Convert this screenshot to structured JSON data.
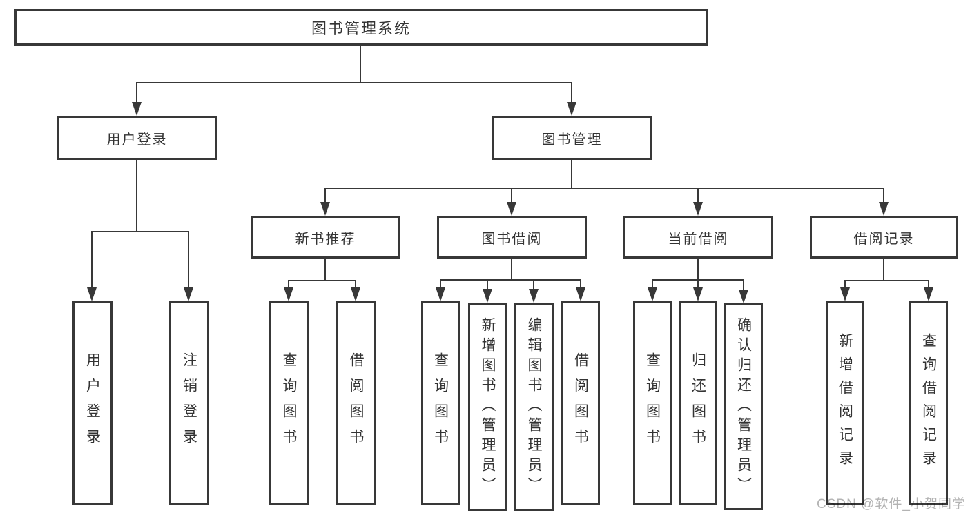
{
  "diagram": {
    "root": {
      "label": "图书管理系统"
    },
    "children": [
      {
        "label": "用户登录",
        "children": [
          {
            "label": "用户登录"
          },
          {
            "label": "注销登录"
          }
        ]
      },
      {
        "label": "图书管理",
        "children": [
          {
            "label": "新书推荐",
            "children": [
              {
                "label": "查询图书"
              },
              {
                "label": "借阅图书"
              }
            ]
          },
          {
            "label": "图书借阅",
            "children": [
              {
                "label": "查询图书"
              },
              {
                "label": "新增图书（管理员）"
              },
              {
                "label": "编辑图书（管理员）"
              },
              {
                "label": "借阅图书"
              }
            ]
          },
          {
            "label": "当前借阅",
            "children": [
              {
                "label": "查询图书"
              },
              {
                "label": "归还图书"
              },
              {
                "label": "确认归还（管理员）"
              }
            ]
          },
          {
            "label": "借阅记录",
            "children": [
              {
                "label": "新增借阅记录"
              },
              {
                "label": "查询借阅记录"
              }
            ]
          }
        ]
      }
    ]
  },
  "watermark": {
    "text": "CSDN @软件_小贺同学"
  },
  "colors": {
    "line": "#383838",
    "border": "#383838",
    "text": "#333333",
    "watermark": "#b3b3b3",
    "background": "#ffffff"
  }
}
